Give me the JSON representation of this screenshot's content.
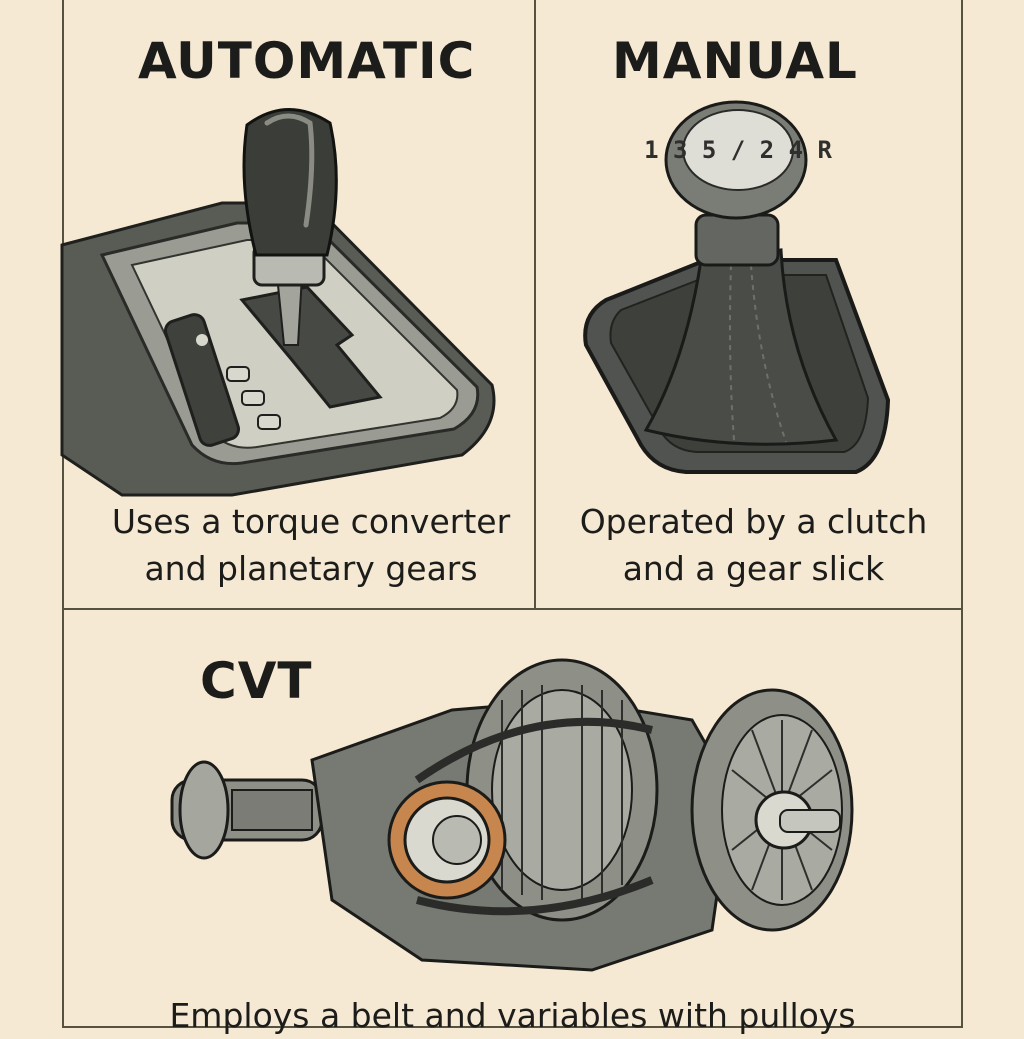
{
  "panels": {
    "automatic": {
      "title": "AUTOMATIC",
      "caption_line1": "Uses a torque converter",
      "caption_line2": "and planetary gears",
      "icon": "automatic-gear-shifter"
    },
    "manual": {
      "title": "MANUAL",
      "caption_line1": "Operated by a clutch",
      "caption_line2": "and a gear slick",
      "knob_label": "1 3 5 / 2 4 R",
      "icon": "manual-gear-knob"
    },
    "cvt": {
      "title": "CVT",
      "caption_line1": "Employs a belt and variables with pulloys",
      "icon": "cvt-transmission"
    }
  },
  "colors": {
    "background": "#f5e9d3",
    "border": "#55523f",
    "text": "#1c1c1a",
    "metal": "#8c8f86",
    "dark": "#3a3c38",
    "accent": "#c7864e"
  }
}
